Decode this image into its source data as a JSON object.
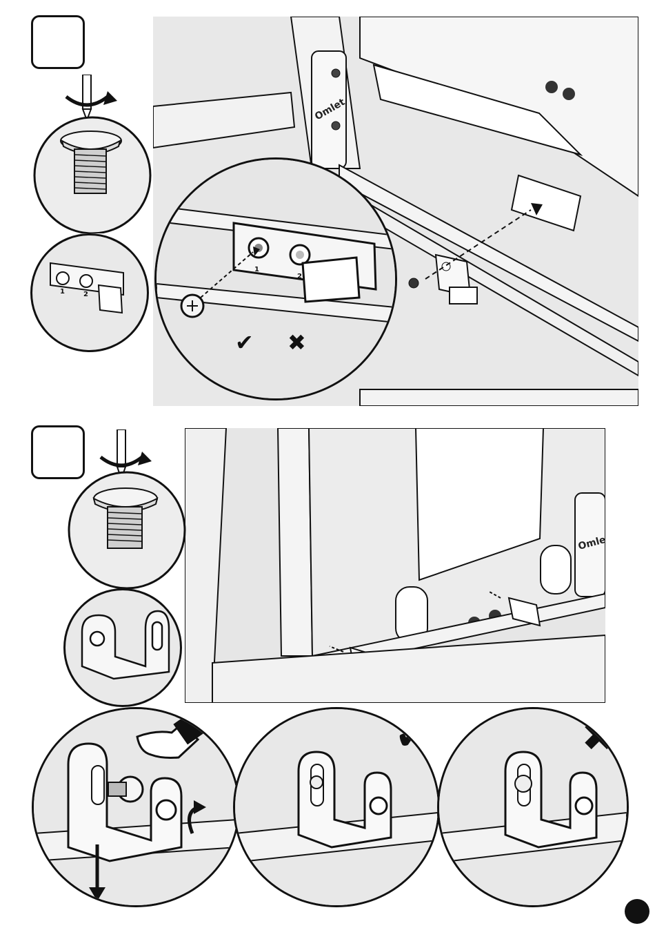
{
  "brand": {
    "logo_text": "Omlet"
  },
  "step1": {
    "number": "",
    "bracket_labels": [
      "1",
      "2"
    ],
    "correct_mark": "✔",
    "wrong_mark": "✖"
  },
  "step2": {
    "number": "",
    "correct_mark": "✔",
    "wrong_mark": "✖"
  },
  "page_number": ""
}
